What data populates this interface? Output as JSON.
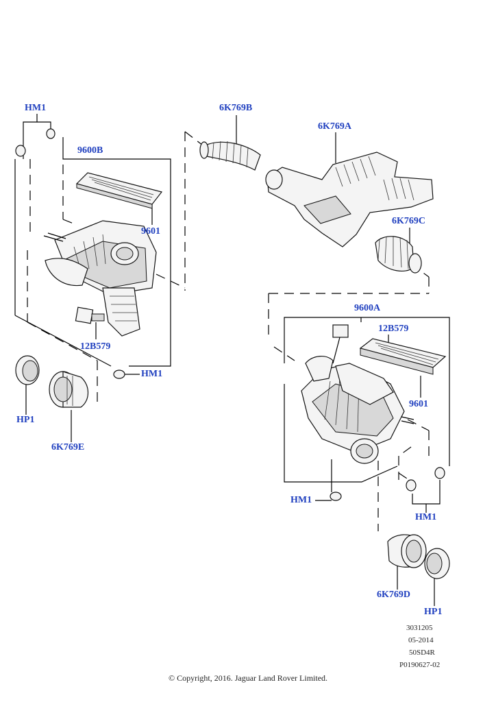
{
  "callouts": {
    "hm1_top_left": "HM1",
    "k769b": "6K769B",
    "k769a": "6K769A",
    "b9600": "9600B",
    "f9601_left": "9601",
    "k769c": "6K769C",
    "b12579_left": "12B579",
    "hm1_left_bottom": "HM1",
    "a9600": "9600A",
    "b12579_right": "12B579",
    "f9601_right": "9601",
    "hp1_left": "HP1",
    "k769e": "6K769E",
    "hm1_right_mid": "HM1",
    "hm1_right": "HM1",
    "k769d": "6K769D",
    "hp1_right": "HP1"
  },
  "meta": {
    "code1": "3031205",
    "date": "05-2014",
    "model": "50SD4R",
    "ref": "P0190627-02"
  },
  "copyright": "© Copyright, 2016. Jaguar Land Rover Limited."
}
